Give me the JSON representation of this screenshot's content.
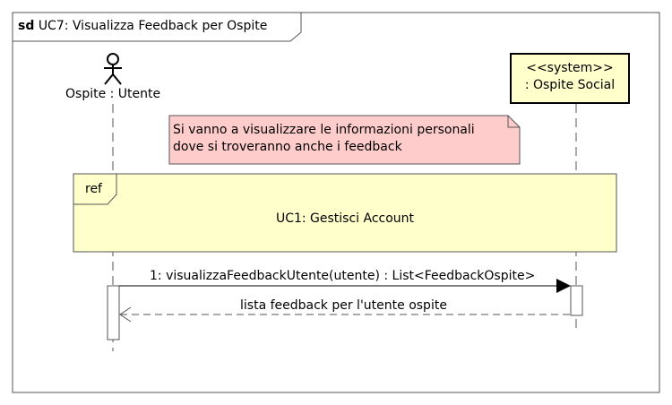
{
  "frame": {
    "keyword": "sd",
    "title": "UC7: Visualizza Feedback per Ospite"
  },
  "lifelines": {
    "actor": {
      "name": "Ospite : Utente"
    },
    "system": {
      "stereotype": "<<system>>",
      "name": ": Ospite Social"
    }
  },
  "note": {
    "line1": "Si vanno a visualizzare le informazioni personali",
    "line2": "dove si troveranno anche i feedback"
  },
  "ref": {
    "label": "ref",
    "text": "UC1: Gestisci Account"
  },
  "messages": {
    "call": "1: visualizzaFeedbackUtente(utente) : List<FeedbackOspite>",
    "reply": "lista feedback per l'utente ospite"
  },
  "colors": {
    "frame_border": "#555555",
    "system_fill": "#ffffcc",
    "ref_fill": "#ffffcc",
    "note_fill": "#ffcccc",
    "line": "#000000",
    "lifeline": "#555555"
  }
}
